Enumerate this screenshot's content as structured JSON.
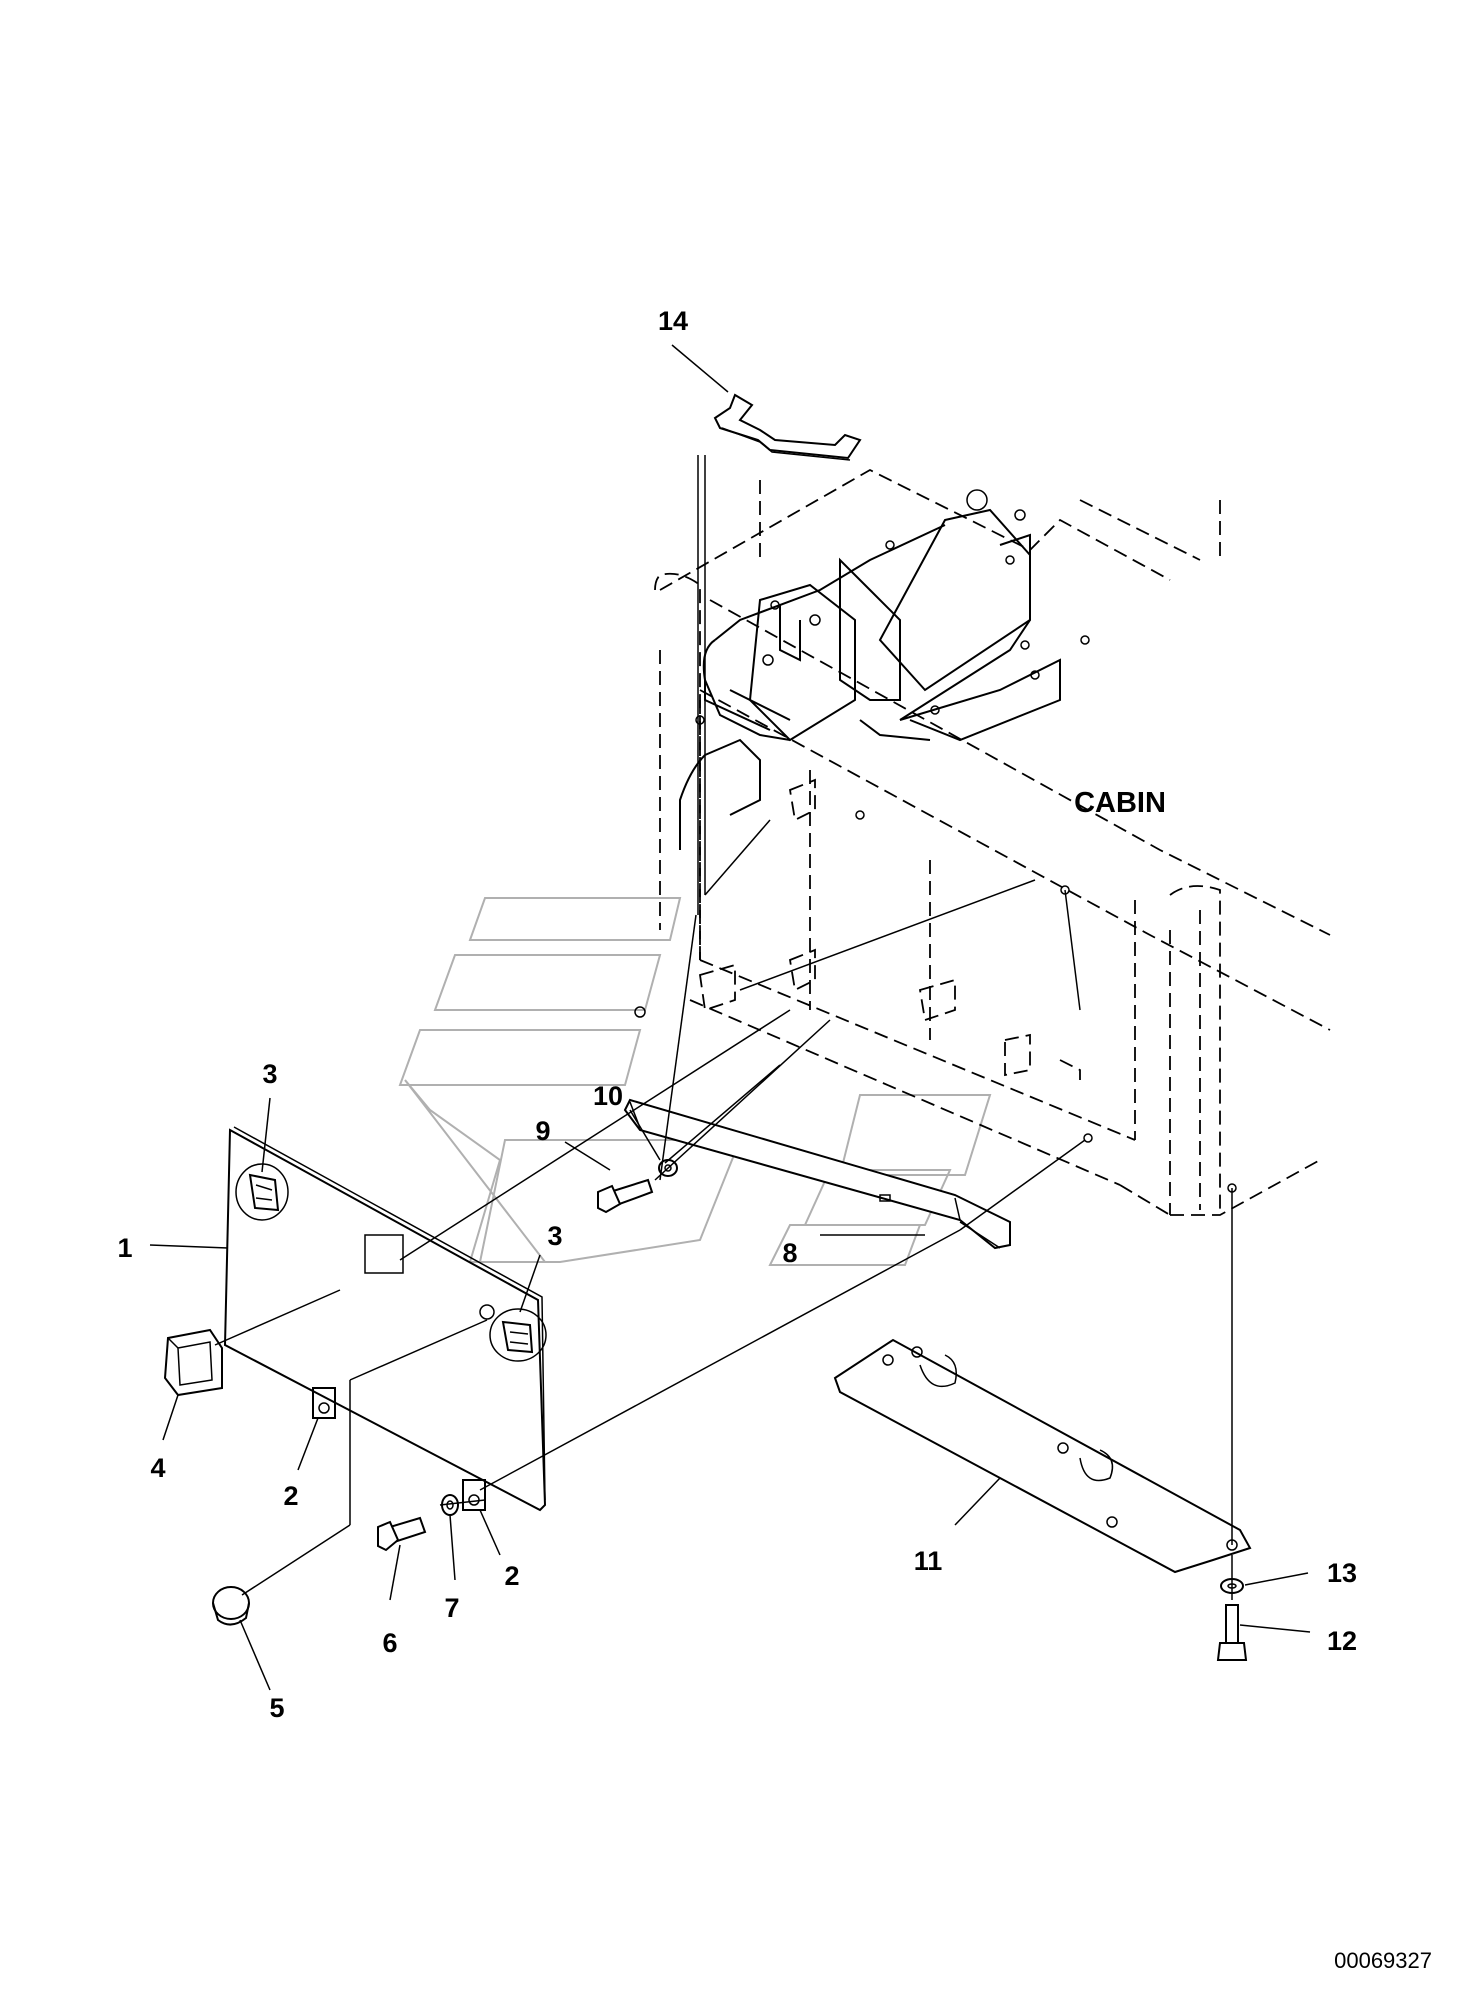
{
  "diagram": {
    "region_label": "CABIN",
    "callouts": [
      "1",
      "2",
      "2",
      "3",
      "3",
      "4",
      "5",
      "6",
      "7",
      "8",
      "9",
      "10",
      "11",
      "12",
      "13",
      "14"
    ],
    "document_id": "00069327"
  }
}
